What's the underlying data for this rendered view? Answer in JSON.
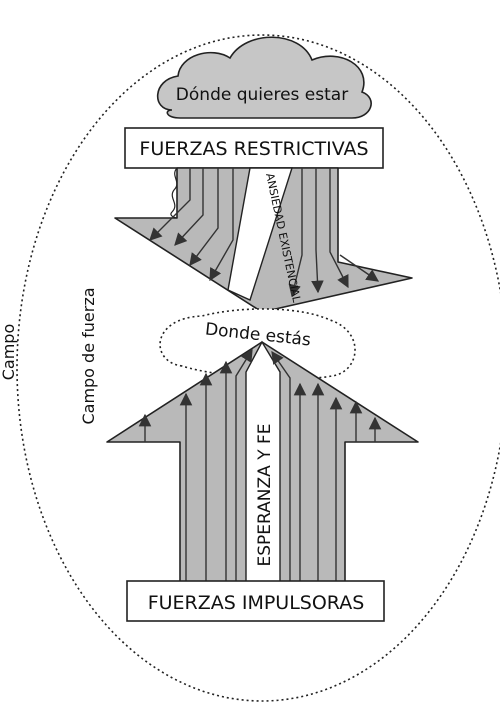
{
  "labels": {
    "cloud": "Dónde quieres estar",
    "restraining_box": "FUERZAS RESTRICTIVAS",
    "existential_anxiety": "ANSIEDAD EXISTENCIAL",
    "current_position": "Donde estás",
    "hope_faith": "ESPERANZA Y FE",
    "driving_box": "FUERZAS IMPULSORAS",
    "force_field": "Campo de fuerza",
    "field": "Campo"
  },
  "colors": {
    "arrow_fill": "#b9b9b9",
    "stroke": "#222222",
    "cloud_fill": "#c6c6c6",
    "white_channel": "#ffffff"
  }
}
